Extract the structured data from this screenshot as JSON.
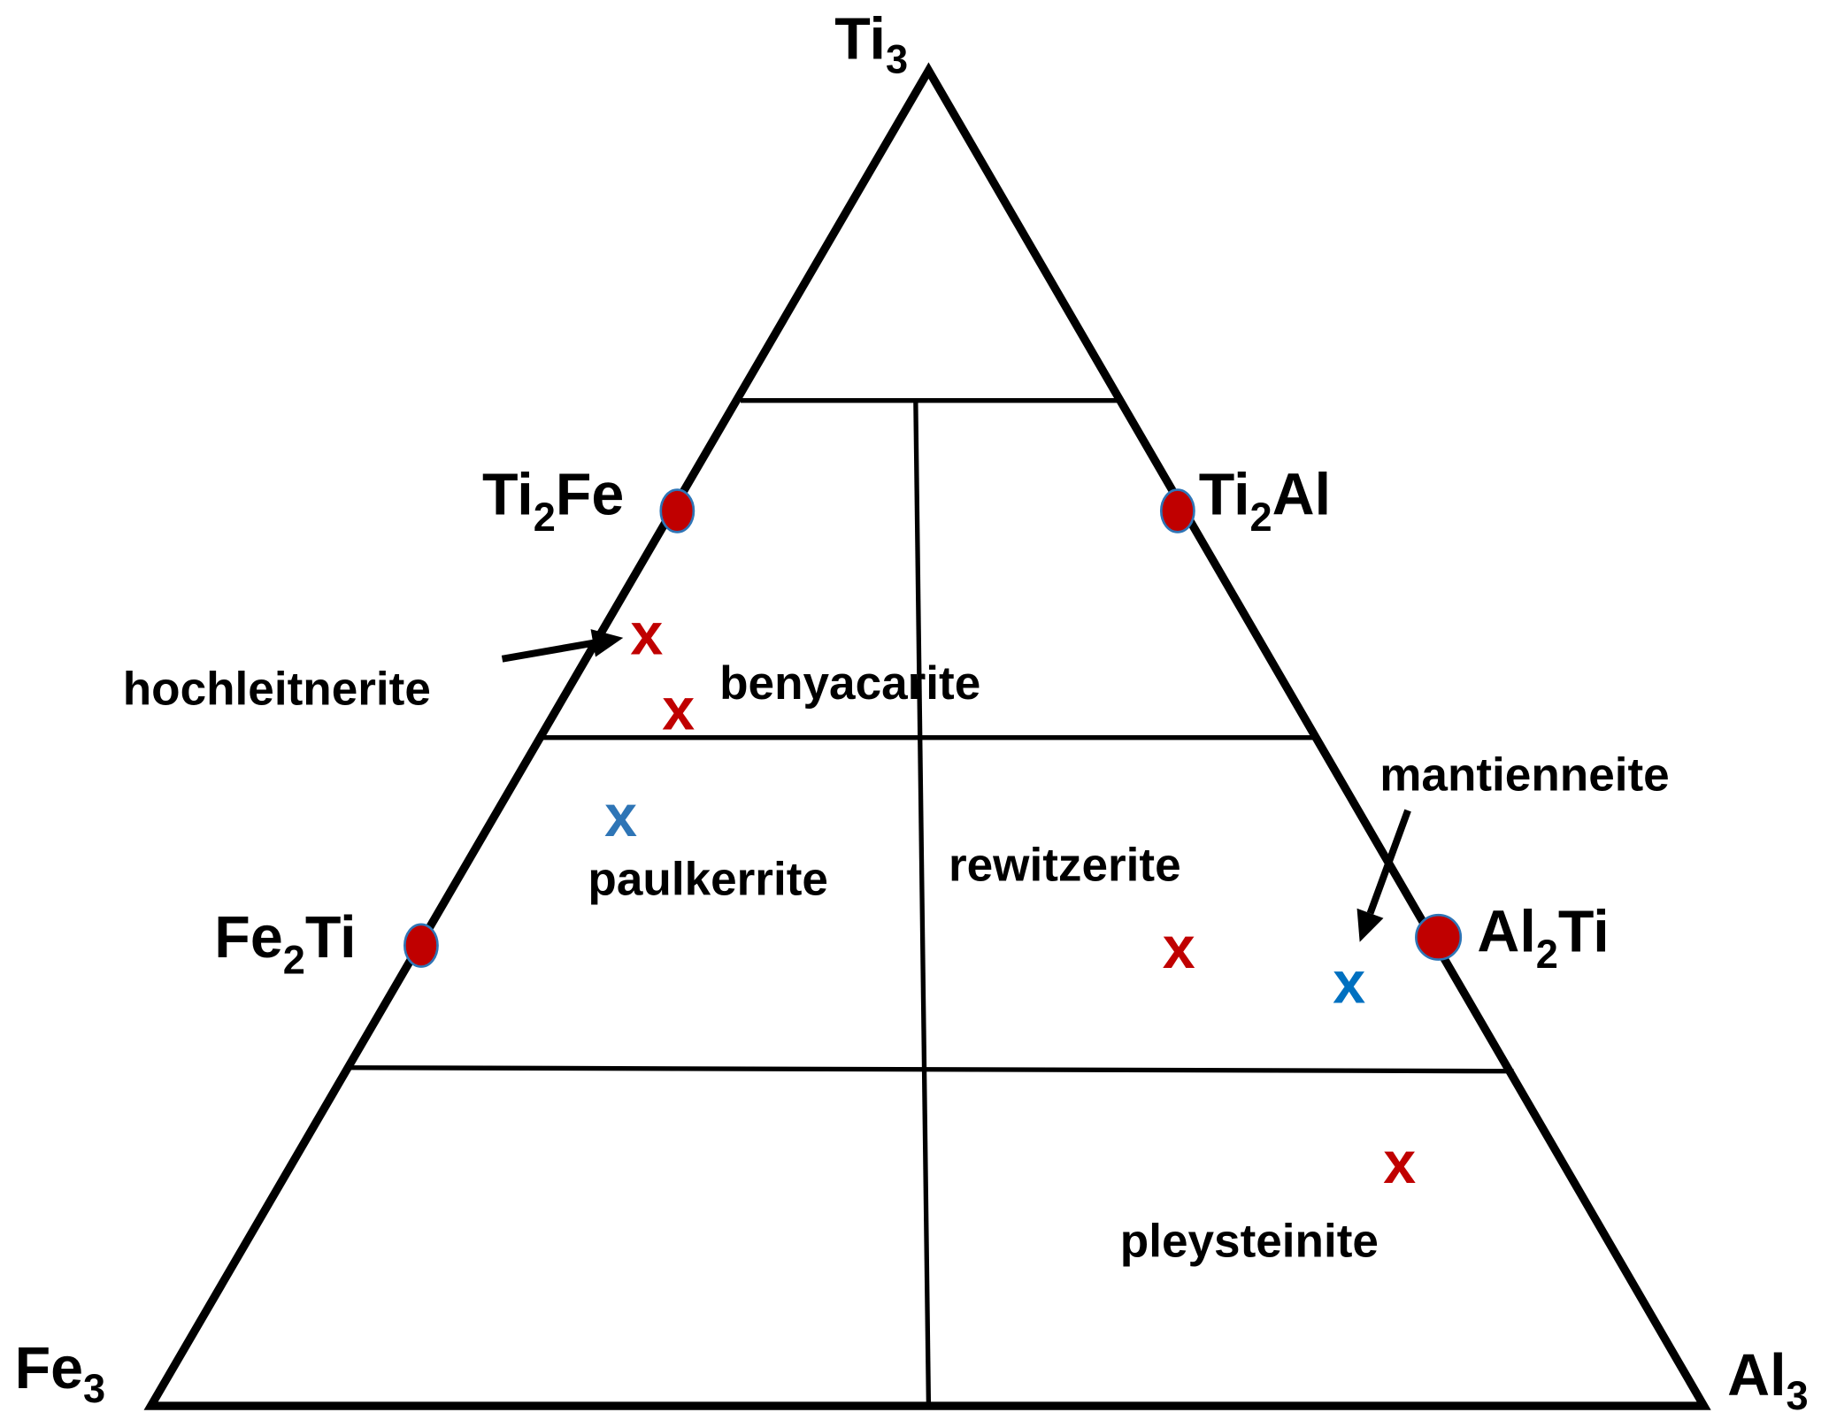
{
  "diagram": {
    "type": "ternary",
    "vertices": {
      "top": {
        "base": "Ti",
        "sub": "3",
        "tail": ""
      },
      "left": {
        "base": "Fe",
        "sub": "3",
        "tail": ""
      },
      "right": {
        "base": "Al",
        "sub": "3",
        "tail": ""
      }
    },
    "end_members": [
      {
        "base": "Ti",
        "sub": "2",
        "tail": "Fe"
      },
      {
        "base": "Ti",
        "sub": "2",
        "tail": "Al"
      },
      {
        "base": "Fe",
        "sub": "2",
        "tail": "Ti"
      },
      {
        "base": "Al",
        "sub": "2",
        "tail": "Ti"
      }
    ],
    "minerals": [
      {
        "name": "hochleitnerite",
        "marker_color": "#c00000"
      },
      {
        "name": "benyacarite",
        "marker_color": "#c00000"
      },
      {
        "name": "paulkerrite",
        "marker_color": "#2e75b6"
      },
      {
        "name": "rewitzerite",
        "marker_color": "#c00000"
      },
      {
        "name": "mantienneite",
        "marker_color": "#0070c0"
      },
      {
        "name": "pleysteinite",
        "marker_color": "#c00000"
      }
    ],
    "marker_symbol": "x",
    "dot_color": "#c00000",
    "dot_stroke": "#2e75b6"
  }
}
